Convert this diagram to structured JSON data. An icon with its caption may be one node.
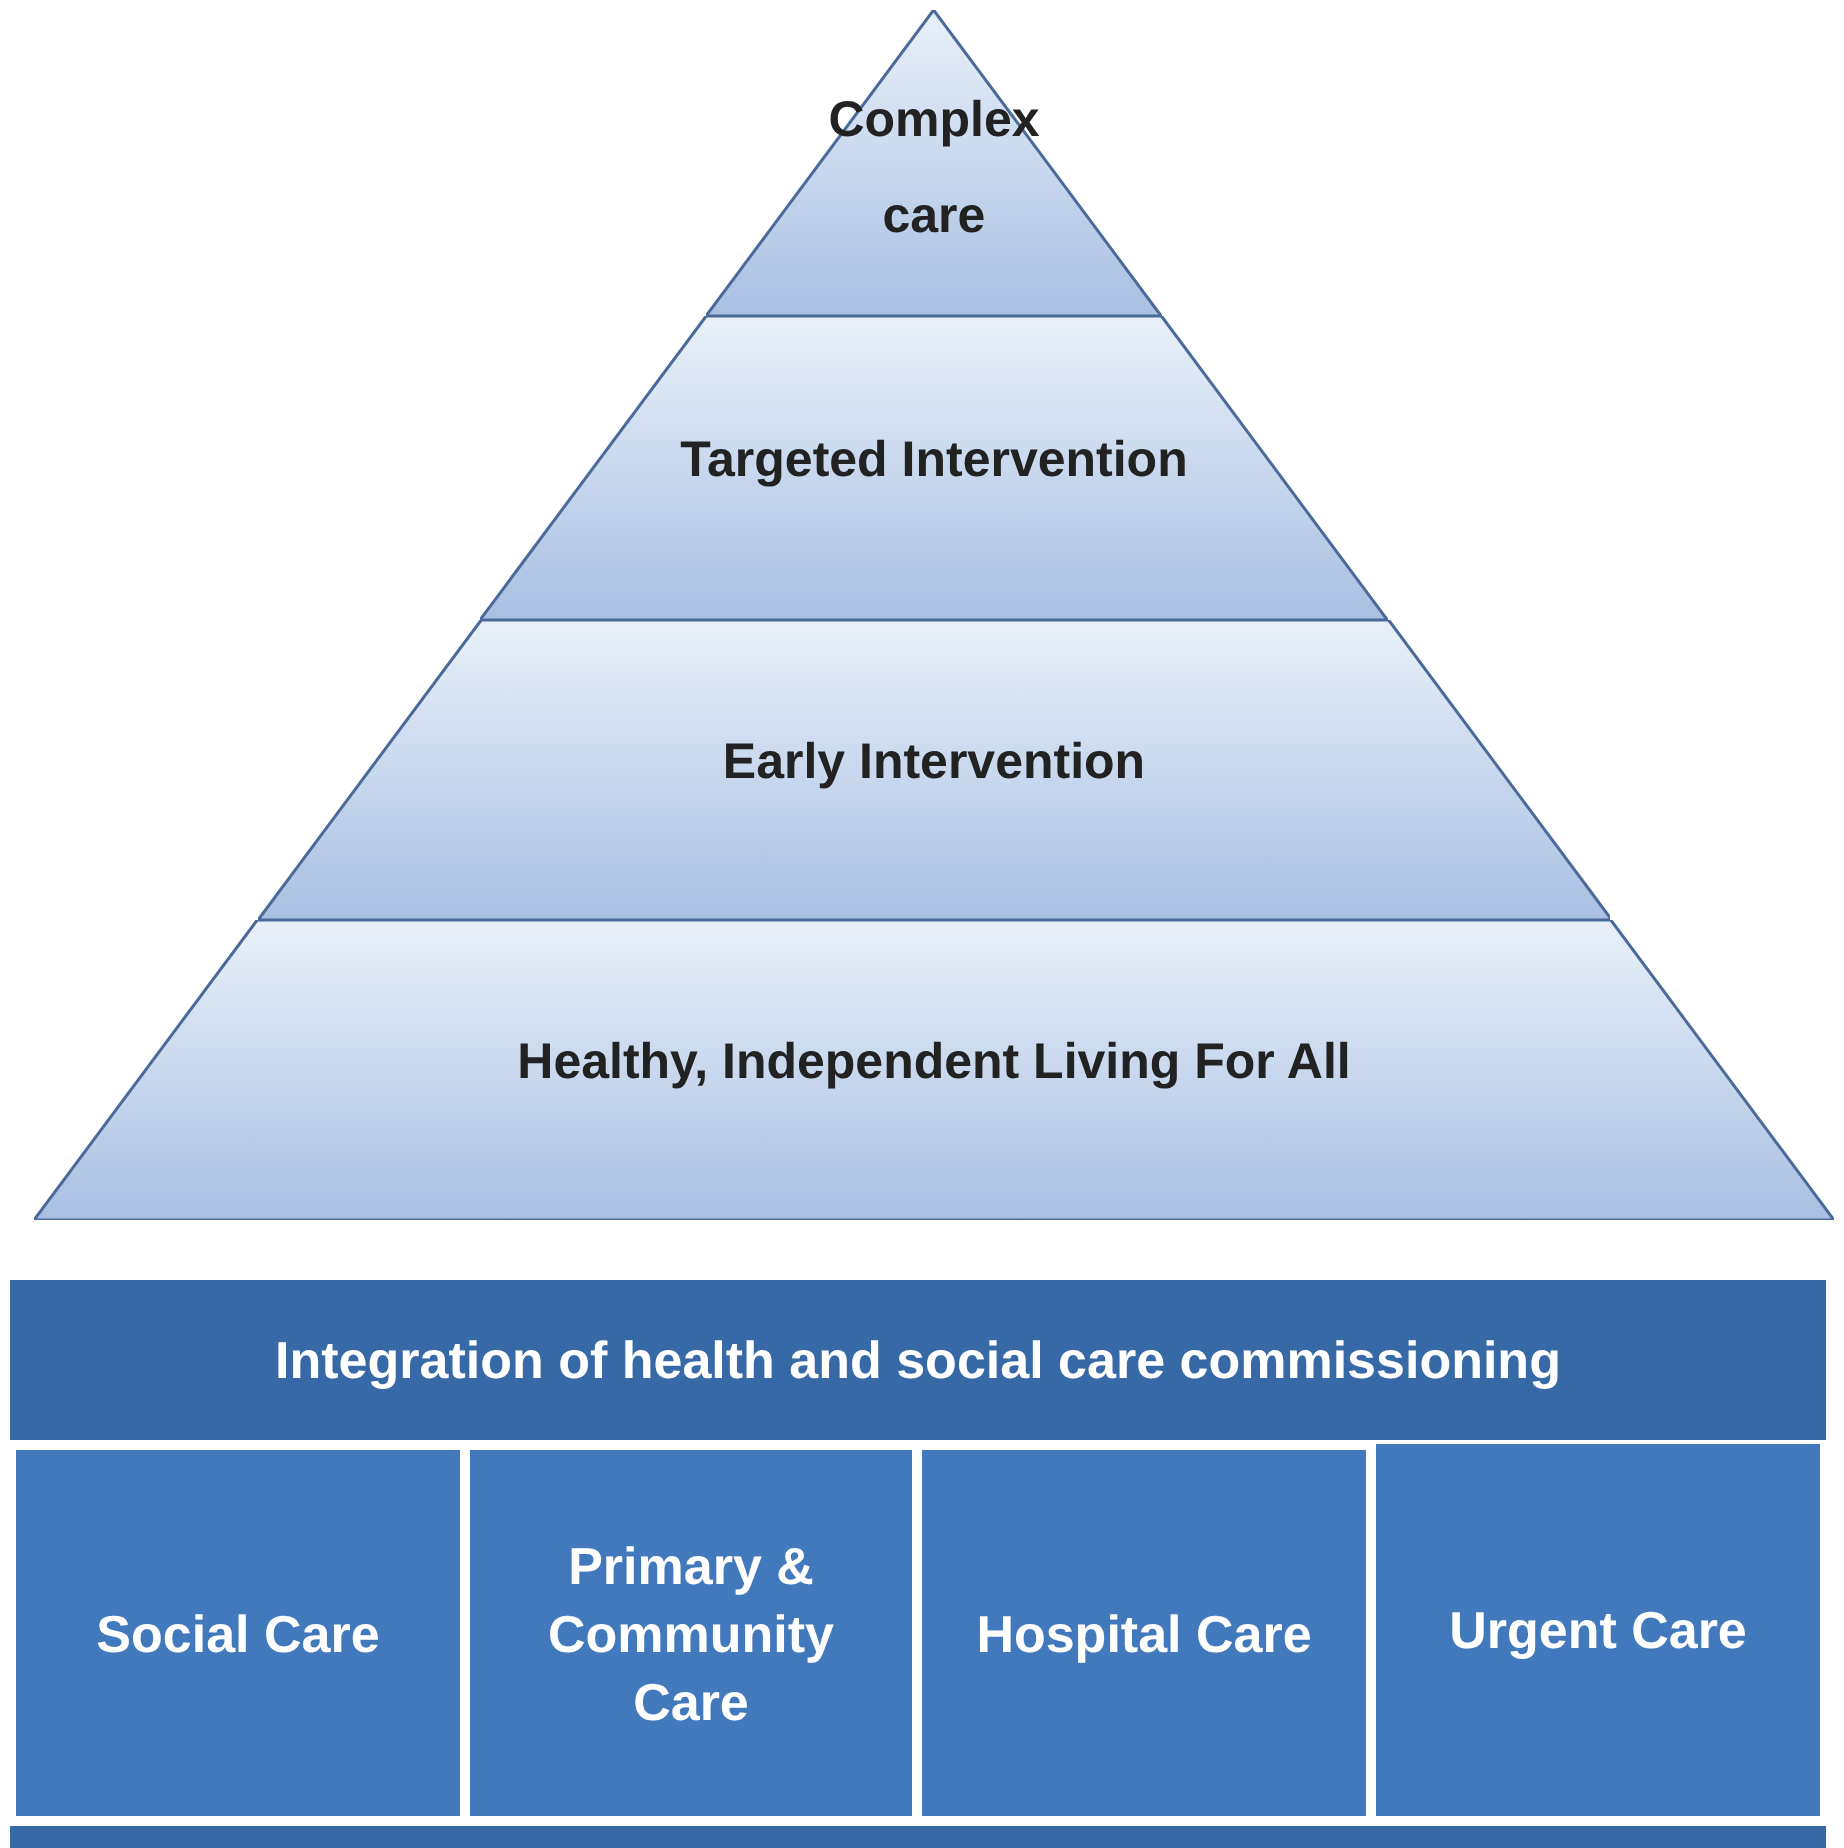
{
  "diagram": {
    "nodes": [
      {
        "text": [
          "Complex care"
        ]
      },
      {
        "text": [
          "Targeted Intervention"
        ]
      },
      {
        "text": [
          "Early Intervention"
        ]
      },
      {
        "text": [
          "Healthy, Independent Living For All"
        ]
      },
      {
        "text": [
          "Integration of health and social care commissioning"
        ]
      },
      {
        "text": [
          "Social Care"
        ]
      },
      {
        "text": [
          "Primary & Community Care"
        ]
      },
      {
        "text": [
          "Hospital Care"
        ]
      },
      {
        "text": [
          "Urgent Care"
        ]
      },
      {
        "text": [],
        "shape": "bar"
      }
    ],
    "edges": []
  }
}
